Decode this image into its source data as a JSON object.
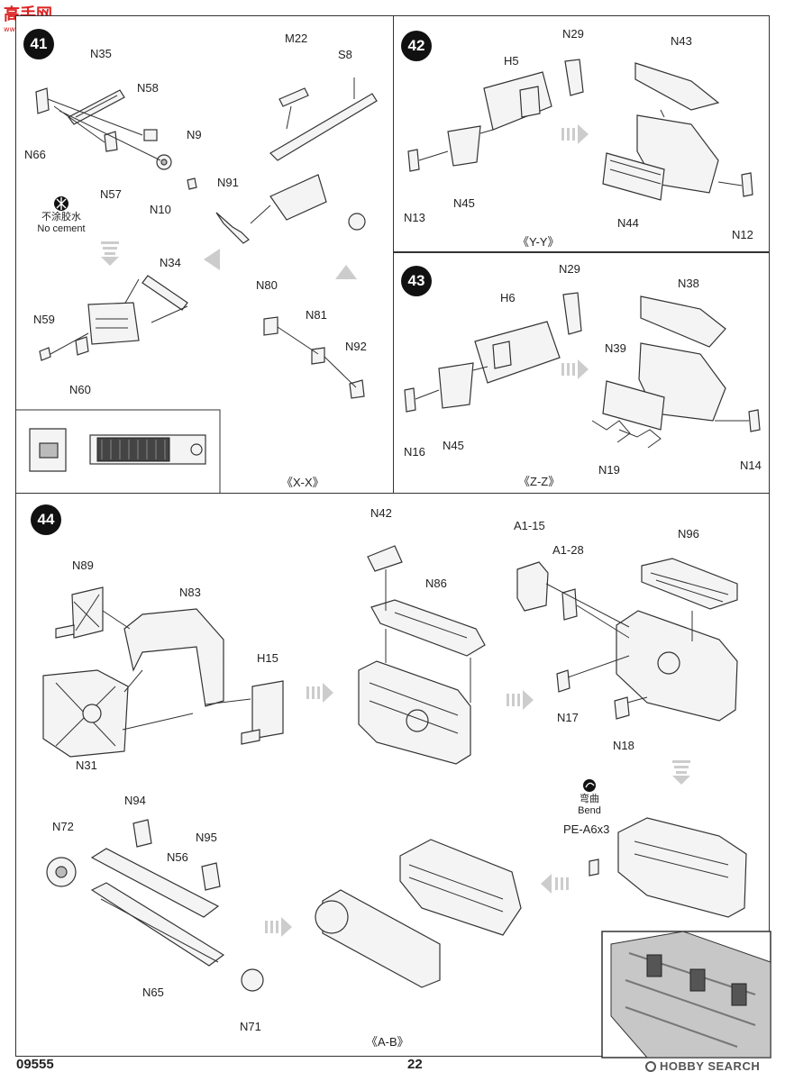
{
  "header": {
    "watermark_text": "高手网",
    "watermark_url": "www.gaoshou.net"
  },
  "step41": {
    "number": "41",
    "labels": {
      "n35": "N35",
      "n58": "N58",
      "n9": "N9",
      "n66": "N66",
      "n57": "N57",
      "n10": "N10",
      "m22": "M22",
      "s8": "S8",
      "n91": "N91",
      "n34": "N34",
      "n59": "N59",
      "n60": "N60",
      "n80": "N80",
      "n81": "N81",
      "n92": "N92"
    },
    "no_cement_cn": "不涂胶水",
    "no_cement_en": "No cement",
    "view_label": "《X-X》"
  },
  "step42": {
    "number": "42",
    "labels": {
      "n29": "N29",
      "h5": "H5",
      "n43": "N43",
      "n13": "N13",
      "n45": "N45",
      "n44": "N44",
      "n12": "N12"
    },
    "view_label": "《Y-Y》"
  },
  "step43": {
    "number": "43",
    "labels": {
      "n29": "N29",
      "h6": "H6",
      "n38": "N38",
      "n39": "N39",
      "n16": "N16",
      "n45": "N45",
      "n19": "N19",
      "n14": "N14"
    },
    "view_label": "《Z-Z》"
  },
  "step44": {
    "number": "44",
    "labels": {
      "n89": "N89",
      "n83": "N83",
      "h15": "H15",
      "n31": "N31",
      "n42": "N42",
      "n86": "N86",
      "a115": "A1-15",
      "a128": "A1-28",
      "n96": "N96",
      "n17": "N17",
      "n18": "N18",
      "n94": "N94",
      "n72": "N72",
      "n56": "N56",
      "n95": "N95",
      "n65": "N65",
      "n71": "N71",
      "pe": "PE-A6x3"
    },
    "bend_cn": "弯曲",
    "bend_en": "Bend",
    "view_label": "《A-B》"
  },
  "footer": {
    "catalog": "09555",
    "page": "22",
    "brand": "HOBBY SEARCH"
  }
}
